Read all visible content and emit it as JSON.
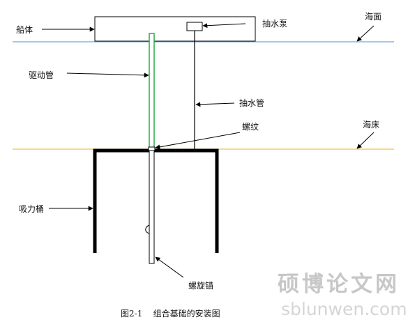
{
  "labels": {
    "hull": "船体",
    "pump": "抽水泵",
    "sea_surface": "海面",
    "drive_pipe": "驱动管",
    "suction_pipe": "抽水管",
    "thread": "螺纹",
    "seabed": "海床",
    "suction_bucket": "吸力桶",
    "screw_anchor": "螺旋锚"
  },
  "caption": "图2-1    组合基础的安装图",
  "watermark": {
    "title": "硕博论文网",
    "url": "sblunwen.com"
  },
  "colors": {
    "sea_line": "#6fa8dc",
    "seabed_line": "#f2c14e",
    "drive_pipe": "#2aa845",
    "structure": "#000000"
  }
}
